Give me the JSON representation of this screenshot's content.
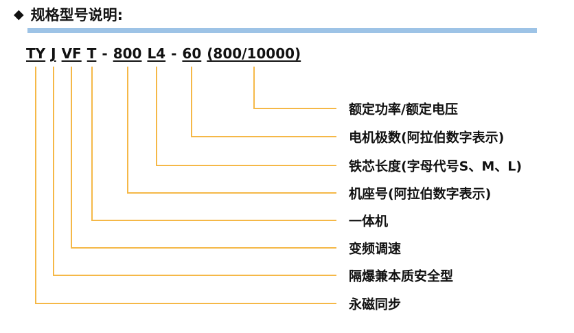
{
  "heading": {
    "bullet": "◆",
    "title": "规格型号说明:"
  },
  "accent_color": "#9dc3e6",
  "line_color": "#f5b847",
  "code": {
    "segments": [
      "TY",
      "J",
      "VF",
      "T",
      "-",
      "800",
      "L4",
      "-",
      "60",
      "(800/10000)"
    ]
  },
  "labels": [
    "额定功率/额定电压",
    "电机极数(阿拉伯数字表示)",
    "铁芯长度(字母代号S、M、L)",
    "机座号(阿拉伯数字表示)",
    "一体机",
    "变频调速",
    "隔爆兼本质安全型",
    "永磁同步"
  ]
}
